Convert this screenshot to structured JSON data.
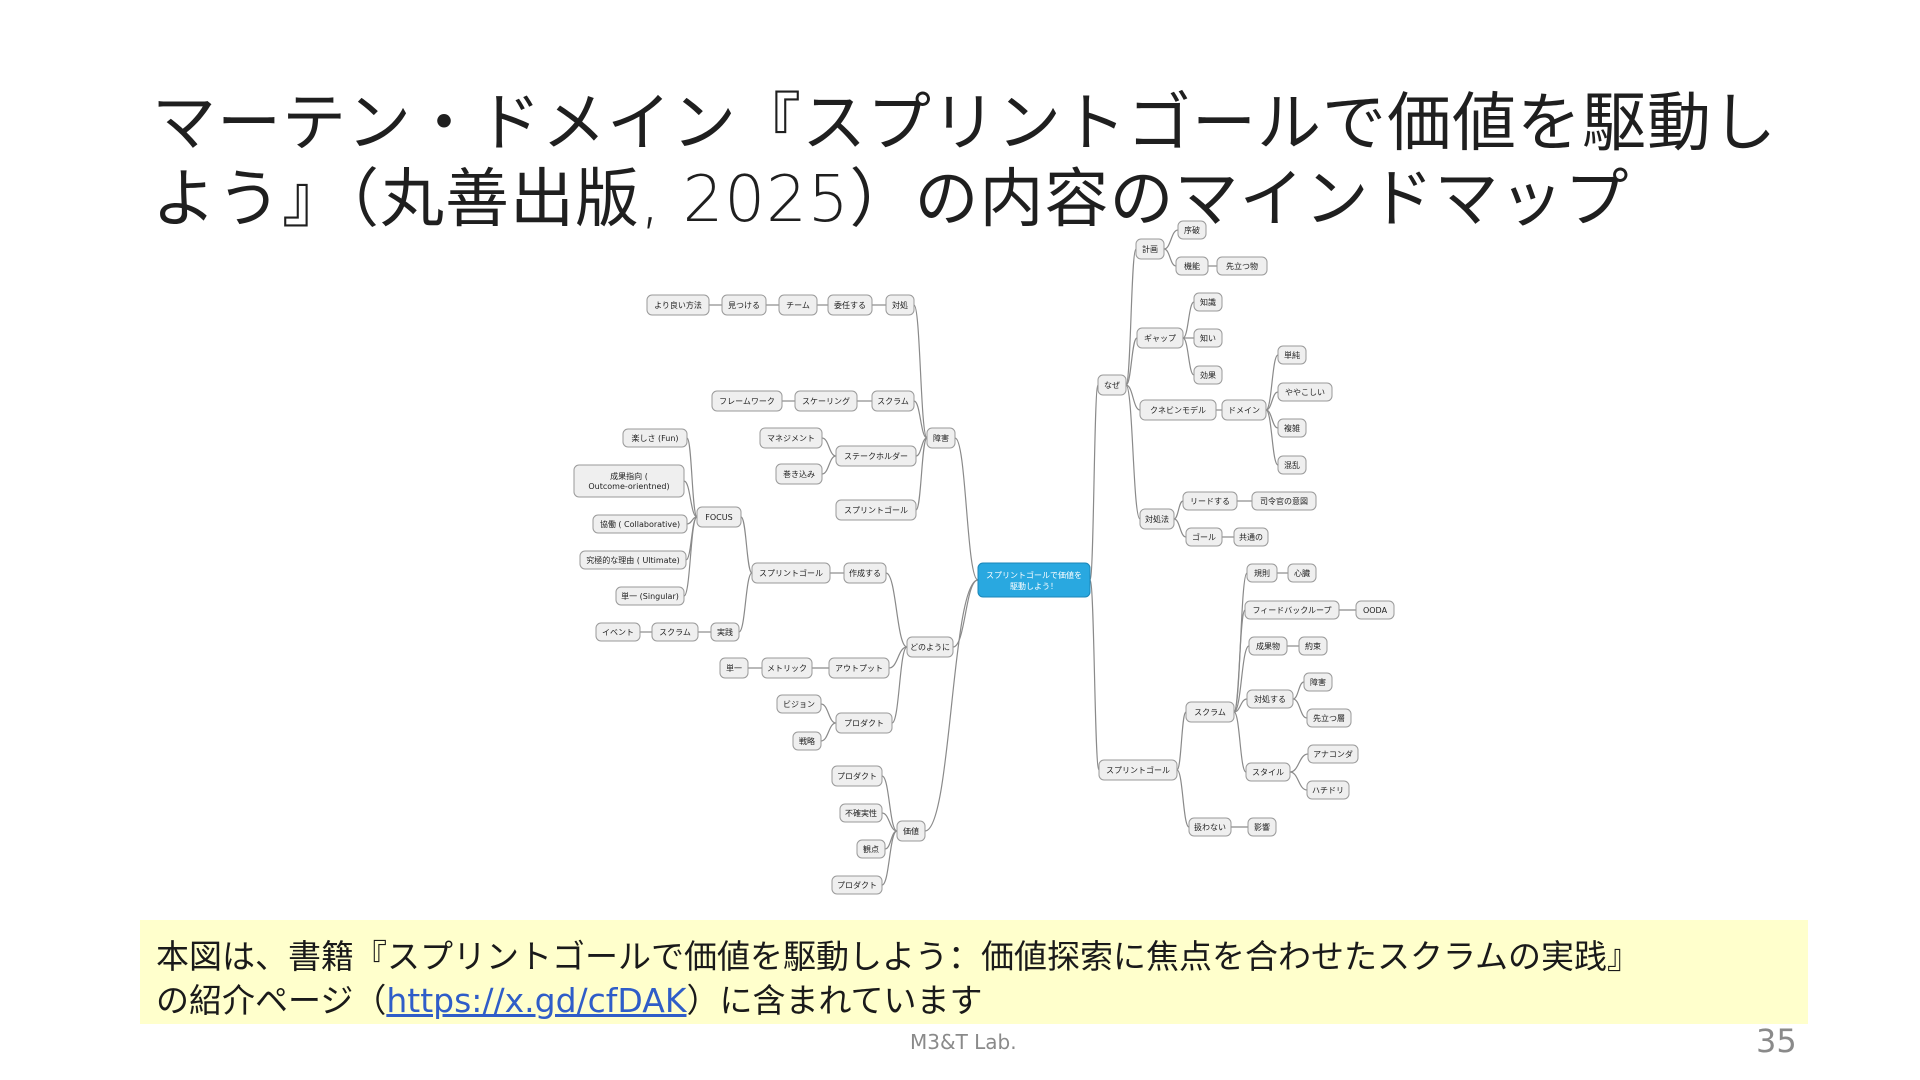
{
  "slide": {
    "title_line1": "マーテン・ドメイン『スプリントゴールで価値を駆動し",
    "title_line2": "よう』（丸善出版, 2025）の内容のマインドマップ",
    "caption_line1": "本図は、書籍『スプリントゴールで価値を駆動しよう：価値探索に焦点を合わせたスクラムの実践』",
    "caption_line2_before": "の紹介ページ（",
    "caption_link": "https://x.gd/cfDAK",
    "caption_line2_after": "）に含まれています",
    "footer": "M3&T Lab.",
    "page_number": "35"
  },
  "mindmap": {
    "center": "スプリントゴールで価値を駆動しよう！",
    "center_color": "#29a8e0",
    "nodes": [
      {
        "id": "n1",
        "label": "なぜ",
        "side": "right"
      },
      {
        "id": "n1a",
        "label": "計画",
        "side": "right"
      },
      {
        "id": "n1a1",
        "label": "序破",
        "side": "right"
      },
      {
        "id": "n1a2",
        "label": "機能",
        "side": "right"
      },
      {
        "id": "n1a2a",
        "label": "先立つ物",
        "side": "right"
      },
      {
        "id": "n1b",
        "label": "ギャップ",
        "side": "right"
      },
      {
        "id": "n1b1",
        "label": "知識",
        "side": "right"
      },
      {
        "id": "n1b2",
        "label": "知い",
        "side": "right"
      },
      {
        "id": "n1b3",
        "label": "効果",
        "side": "right"
      },
      {
        "id": "n1c",
        "label": "クネビンモデル",
        "side": "right"
      },
      {
        "id": "n1c1",
        "label": "ドメイン",
        "side": "right"
      },
      {
        "id": "n1c1a",
        "label": "単純",
        "side": "right"
      },
      {
        "id": "n1c1b",
        "label": "ややこしい",
        "side": "right"
      },
      {
        "id": "n1c1c",
        "label": "複雑",
        "side": "right"
      },
      {
        "id": "n1c1d",
        "label": "混乱",
        "side": "right"
      },
      {
        "id": "n1d",
        "label": "対処法",
        "side": "right"
      },
      {
        "id": "n1d1",
        "label": "リードする",
        "side": "right"
      },
      {
        "id": "n1d1a",
        "label": "司令官の意図",
        "side": "right"
      },
      {
        "id": "n1d2",
        "label": "ゴール",
        "side": "right"
      },
      {
        "id": "n1d2a",
        "label": "共通の",
        "side": "right"
      },
      {
        "id": "n2",
        "label": "スプリントゴール",
        "side": "right"
      },
      {
        "id": "n2a",
        "label": "スクラム",
        "side": "right"
      },
      {
        "id": "n2a1",
        "label": "規則",
        "side": "right"
      },
      {
        "id": "n2a1a",
        "label": "心臓",
        "side": "right"
      },
      {
        "id": "n2a2",
        "label": "フィードバックループ",
        "side": "right"
      },
      {
        "id": "n2a2a",
        "label": "OODA",
        "side": "right"
      },
      {
        "id": "n2a3",
        "label": "成果物",
        "side": "right"
      },
      {
        "id": "n2a3a",
        "label": "約束",
        "side": "right"
      },
      {
        "id": "n2a4",
        "label": "対処する",
        "side": "right"
      },
      {
        "id": "n2a4a",
        "label": "障害",
        "side": "right"
      },
      {
        "id": "n2a4b",
        "label": "先立つ層",
        "side": "right"
      },
      {
        "id": "n2a5",
        "label": "スタイル",
        "side": "right"
      },
      {
        "id": "n2a5a",
        "label": "アナコンダ",
        "side": "right"
      },
      {
        "id": "n2a5b",
        "label": "ハチドリ",
        "side": "right"
      },
      {
        "id": "n2b",
        "label": "扱わない",
        "side": "right"
      },
      {
        "id": "n2b1",
        "label": "影響",
        "side": "right"
      },
      {
        "id": "n3",
        "label": "障害",
        "side": "left"
      },
      {
        "id": "n3a",
        "label": "対処",
        "side": "left"
      },
      {
        "id": "n3a1",
        "label": "委任する",
        "side": "left"
      },
      {
        "id": "n3a2",
        "label": "チーム",
        "side": "left"
      },
      {
        "id": "n3a3",
        "label": "見つける",
        "side": "left"
      },
      {
        "id": "n3a4",
        "label": "より良い方法",
        "side": "left"
      },
      {
        "id": "n3b",
        "label": "スクラム",
        "side": "left"
      },
      {
        "id": "n3b1",
        "label": "スケーリング",
        "side": "left"
      },
      {
        "id": "n3b2",
        "label": "フレームワーク",
        "side": "left"
      },
      {
        "id": "n3c",
        "label": "ステークホルダー",
        "side": "left"
      },
      {
        "id": "n3c1",
        "label": "マネジメント",
        "side": "left"
      },
      {
        "id": "n3c2",
        "label": "巻き込み",
        "side": "left"
      },
      {
        "id": "n3d",
        "label": "スプリントゴール",
        "side": "left"
      },
      {
        "id": "n4",
        "label": "どのように",
        "side": "left"
      },
      {
        "id": "n4a",
        "label": "作成する",
        "side": "left"
      },
      {
        "id": "n4a1",
        "label": "スプリントゴール",
        "side": "left"
      },
      {
        "id": "n4a1a",
        "label": "FOCUS",
        "side": "left"
      },
      {
        "id": "n4a1a1",
        "label": "楽しさ (Fun)",
        "side": "left"
      },
      {
        "id": "n4a1a2",
        "label": "成果指向 ( Outcome-orientned)",
        "side": "left"
      },
      {
        "id": "n4a1a3",
        "label": "協働 ( Collaborative)",
        "side": "left"
      },
      {
        "id": "n4a1a4",
        "label": "究極的な理由 ( Ultimate)",
        "side": "left"
      },
      {
        "id": "n4a1a5",
        "label": "単一 (Singular)",
        "side": "left"
      },
      {
        "id": "n4a1b",
        "label": "実践",
        "side": "left"
      },
      {
        "id": "n4a1b1",
        "label": "スクラム",
        "side": "left"
      },
      {
        "id": "n4a1b2",
        "label": "イベント",
        "side": "left"
      },
      {
        "id": "n4b",
        "label": "アウトプット",
        "side": "left"
      },
      {
        "id": "n4b1",
        "label": "メトリック",
        "side": "left"
      },
      {
        "id": "n4b2",
        "label": "単一",
        "side": "left"
      },
      {
        "id": "n4c",
        "label": "プロダクト",
        "side": "left"
      },
      {
        "id": "n4c1",
        "label": "ビジョン",
        "side": "left"
      },
      {
        "id": "n4c2",
        "label": "戦略",
        "side": "left"
      },
      {
        "id": "n5",
        "label": "価値",
        "side": "left"
      },
      {
        "id": "n5a",
        "label": "プロダクト",
        "side": "left"
      },
      {
        "id": "n5b",
        "label": "不確実性",
        "side": "left"
      },
      {
        "id": "n5c",
        "label": "観点",
        "side": "left"
      },
      {
        "id": "n5d",
        "label": "プロダクト",
        "side": "left"
      }
    ]
  }
}
